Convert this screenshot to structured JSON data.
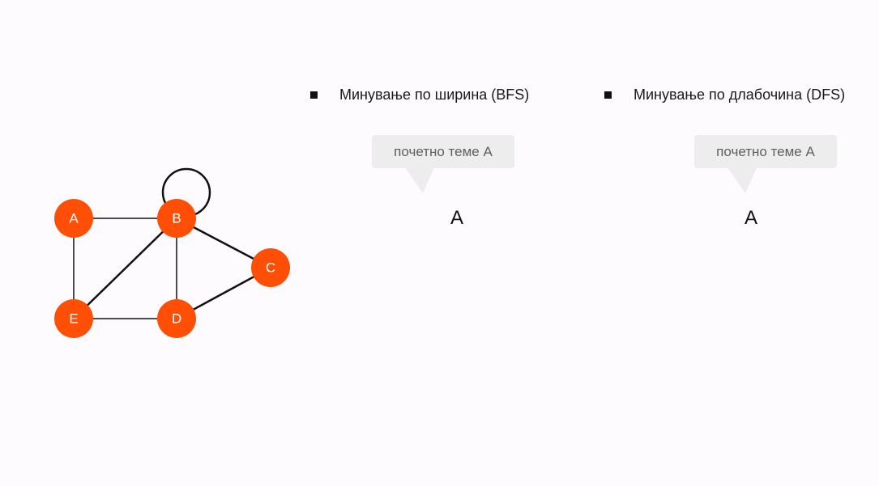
{
  "graph": {
    "nodes": [
      {
        "id": "A",
        "label": "A"
      },
      {
        "id": "B",
        "label": "B"
      },
      {
        "id": "C",
        "label": "C"
      },
      {
        "id": "D",
        "label": "D"
      },
      {
        "id": "E",
        "label": "E"
      }
    ],
    "edges": [
      {
        "from": "A",
        "to": "B"
      },
      {
        "from": "A",
        "to": "E"
      },
      {
        "from": "B",
        "to": "E"
      },
      {
        "from": "B",
        "to": "D"
      },
      {
        "from": "B",
        "to": "C"
      },
      {
        "from": "E",
        "to": "D"
      },
      {
        "from": "D",
        "to": "C"
      },
      {
        "from": "B",
        "to": "B"
      }
    ],
    "node_color": "#ff4f06"
  },
  "bfs": {
    "heading": "Минување по ширина (BFS)",
    "hint": "почетно теме A",
    "result": "A"
  },
  "dfs": {
    "heading": "Минување по длабочина (DFS)",
    "hint": "почетно теме A",
    "result": "A"
  }
}
